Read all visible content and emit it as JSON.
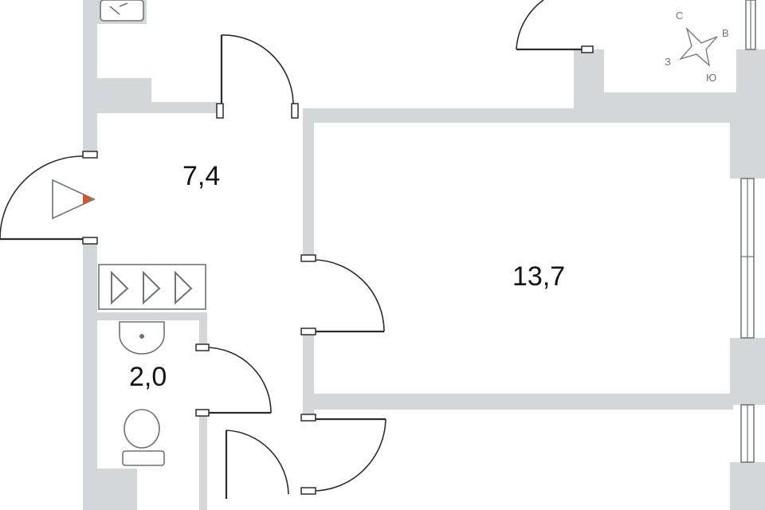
{
  "rooms": [
    {
      "id": "hall",
      "area": "7,4"
    },
    {
      "id": "room",
      "area": "13,7"
    },
    {
      "id": "bathroom",
      "area": "2,0"
    }
  ],
  "compass": {
    "north": "С",
    "east": "В",
    "south": "Ю",
    "west": "З"
  },
  "colors": {
    "wall": "#d4d6d7",
    "line": "#2a2d2f",
    "entrance_marker": "#e0531f",
    "text": "#111314"
  }
}
